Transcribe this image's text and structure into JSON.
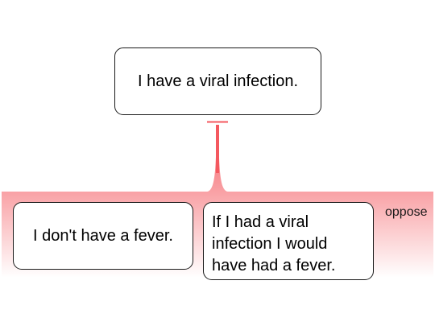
{
  "diagram": {
    "claim": {
      "text": "I have a viral infection."
    },
    "premises": [
      {
        "text": "I don't have a fever."
      },
      {
        "text": "If I had a viral infection I would have had a fever."
      }
    ],
    "relation": {
      "label": "oppose",
      "color": "#f4585f"
    }
  }
}
